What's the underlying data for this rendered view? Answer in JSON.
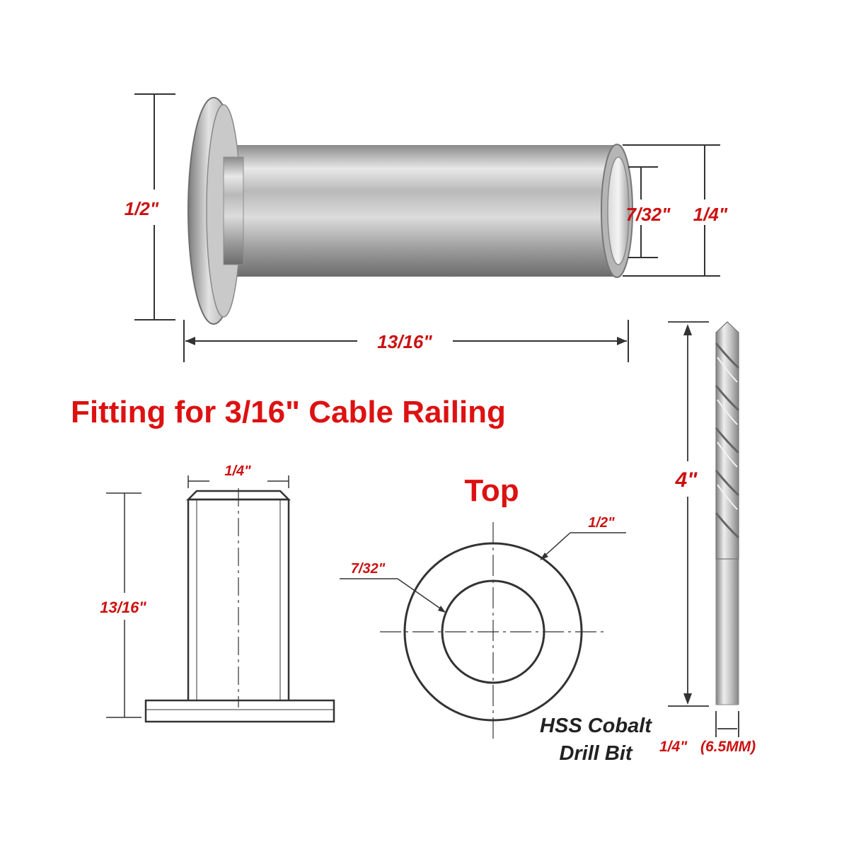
{
  "photo_dims": {
    "flange_diameter": "1/2\"",
    "inner_diameter": "7/32\"",
    "outer_diameter": "1/4\"",
    "length": "13/16\""
  },
  "headline": "Fitting for 3/16\" Cable Railing",
  "side_view": {
    "width": "1/4\"",
    "length": "13/16\""
  },
  "top_view": {
    "title": "Top",
    "outer": "1/2\"",
    "inner": "7/32\""
  },
  "drill_bit": {
    "length": "4\"",
    "name_line1": "HSS Cobalt",
    "name_line2": "Drill Bit",
    "diameter_in": "1/4\"",
    "diameter_mm": "(6.5MM)"
  },
  "colors": {
    "dimension_text": "#cc1111",
    "headline": "#dd1111",
    "line": "#333333"
  }
}
